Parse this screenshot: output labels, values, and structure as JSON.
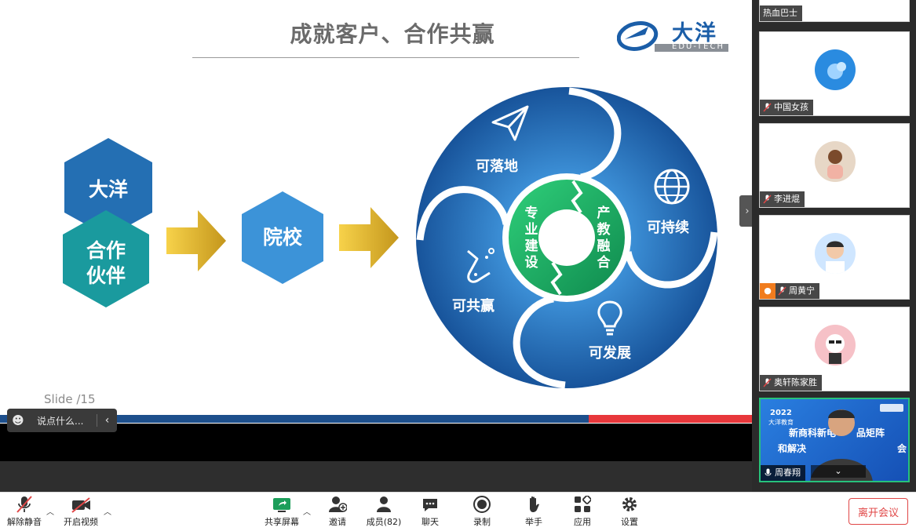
{
  "slide": {
    "title": "成就客户、合作共赢",
    "logo_name": "大洋",
    "logo_sub": "EDU-TECH",
    "hex_dayang": "大洋",
    "hex_partner_line1": "合作",
    "hex_partner_line2": "伙伴",
    "hex_school": "院校",
    "wheel": {
      "seg_top": "可落地",
      "seg_right": "可持续",
      "seg_bottom": "可发展",
      "seg_left": "可共赢",
      "inner_left": [
        "专",
        "业",
        "建",
        "设"
      ],
      "inner_right": [
        "产",
        "教",
        "融",
        "合"
      ]
    },
    "slide_number": "Slide /15"
  },
  "chat": {
    "placeholder": "说点什么..."
  },
  "participants": [
    {
      "name": "热血巴士"
    },
    {
      "name": "中国女孩"
    },
    {
      "name": "李进焜"
    },
    {
      "name": "周黄宁"
    },
    {
      "name": "奥轩陈家胜"
    },
    {
      "name": "周春翔",
      "video_text_year": "2022",
      "video_text_brand": "大洋教育",
      "video_line1": "新商科新电",
      "video_line1b": "品矩阵",
      "video_line2": "和解决",
      "video_line2b": "会"
    }
  ],
  "toolbar": {
    "unmute": "解除静音",
    "start_video": "开启视频",
    "share": "共享屏幕",
    "invite": "邀请",
    "members": "成员(82)",
    "chat": "聊天",
    "record": "录制",
    "raise_hand": "举手",
    "apps": "应用",
    "settings": "设置",
    "leave": "离开会议"
  },
  "colors": {
    "accent_green": "#27c27b",
    "leave_red": "#e04646",
    "slide_blue": "#1d4f8c",
    "hex_teal": "#1a9a9e",
    "hex_blue": "#2f7fcc",
    "arrow_gold": "#e8b923"
  }
}
